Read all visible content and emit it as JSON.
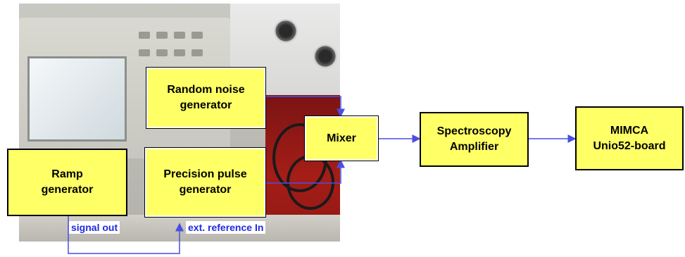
{
  "blocks": {
    "random_noise": "Random noise\ngenerator",
    "mixer": "Mixer",
    "spectroscopy": "Spectroscopy\nAmplifier",
    "mimca": "MIMCA\nUnio52-board",
    "ramp": "Ramp\ngenerator",
    "precision": "Precision pulse\ngenerator"
  },
  "labels": {
    "signal_out": "signal out",
    "ext_ref": "ext. reference In"
  },
  "colors": {
    "block_fill": "#ffff66",
    "wire": "#4a4ee0",
    "label_text": "#1e2ae0"
  }
}
